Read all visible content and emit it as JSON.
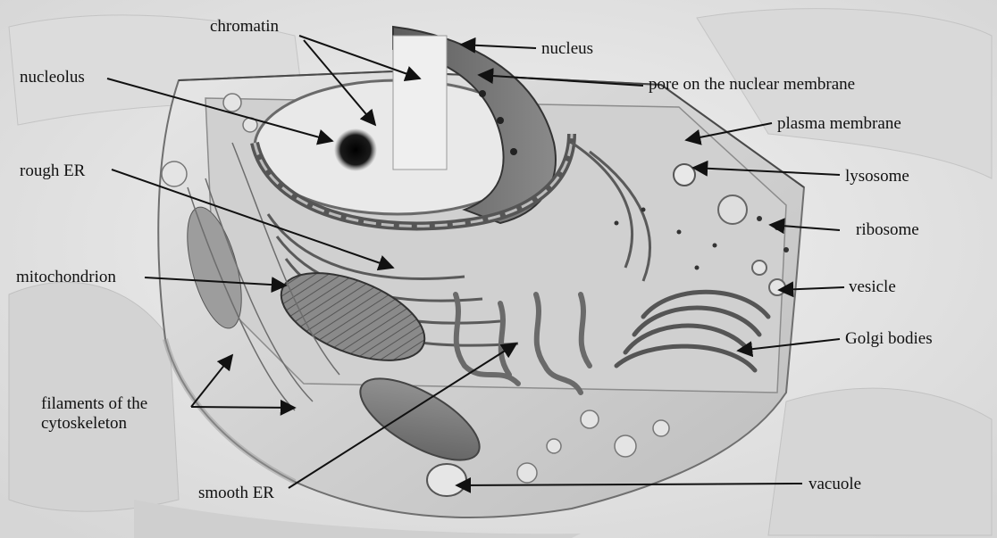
{
  "labels": {
    "chromatin": "chromatin",
    "nucleus": "nucleus",
    "nucleolus": "nucleolus",
    "pore": "pore on the nuclear membrane",
    "plasma_membrane": "plasma membrane",
    "rough_er": "rough ER",
    "lysosome": "lysosome",
    "ribosome": "ribosome",
    "vesicle": "vesicle",
    "mitochondrion": "mitochondrion",
    "golgi": "Golgi bodies",
    "filaments_line1": "filaments of the",
    "filaments_line2": "cytoskeleton",
    "smooth_er": "smooth ER",
    "vacuole": "vacuole"
  }
}
